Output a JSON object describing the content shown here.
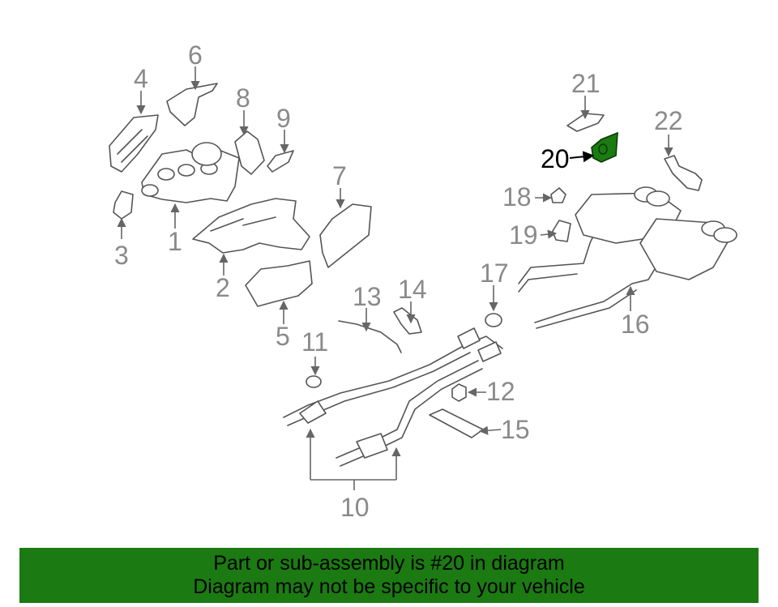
{
  "diagram": {
    "highlight_color": "#1c7a12",
    "callouts": [
      "1",
      "2",
      "3",
      "4",
      "5",
      "6",
      "7",
      "8",
      "9",
      "10",
      "11",
      "12",
      "13",
      "14",
      "15",
      "16",
      "17",
      "18",
      "19",
      "20",
      "21",
      "22"
    ],
    "highlighted_callout": "20"
  },
  "banner": {
    "line1": "Part or sub-assembly is #20 in diagram",
    "line2": "Diagram may not be specific to your vehicle",
    "background_color": "#1c7a12"
  }
}
